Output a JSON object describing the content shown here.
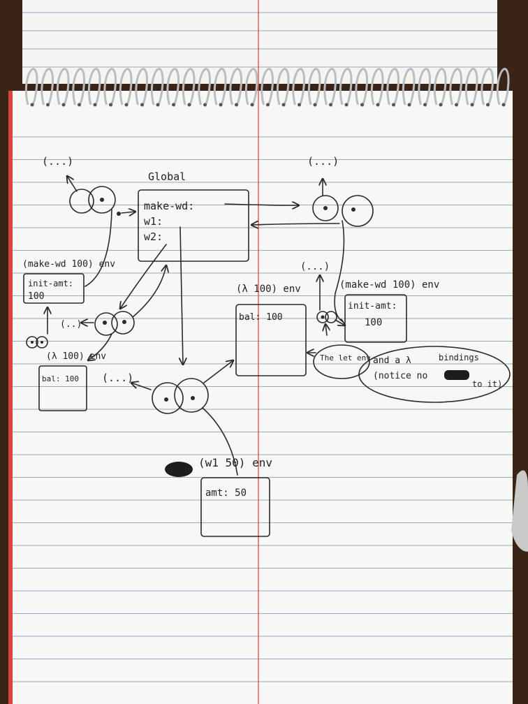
{
  "diagram": {
    "global_frame": {
      "title": "Global",
      "bindings": [
        "make-wd:",
        "w1:",
        "w2:"
      ]
    },
    "procedure_labels": {
      "top_left": "(...)",
      "top_right": "(...)",
      "right_mid": "(...)",
      "left_mid": "(..)",
      "bottom_mid": "(...)"
    },
    "frames": {
      "left_make_wd": {
        "label": "(make-wd 100) env",
        "binding": "init-amt:",
        "value": "100"
      },
      "right_make_wd": {
        "label": "(make-wd 100) env",
        "binding": "init-amt:",
        "value": "100"
      },
      "left_lambda": {
        "label": "(λ 100) env",
        "binding": "bal: 100"
      },
      "center_lambda": {
        "label": "(λ 100) env",
        "binding": "bal: 100"
      },
      "w1_call": {
        "label": "(w1 50) env",
        "binding": "amt: 50"
      }
    },
    "note": {
      "line1": "The let env",
      "line2": "and a λ",
      "line3": "bindings",
      "line4": "(notice no",
      "line5": "to it)"
    }
  }
}
